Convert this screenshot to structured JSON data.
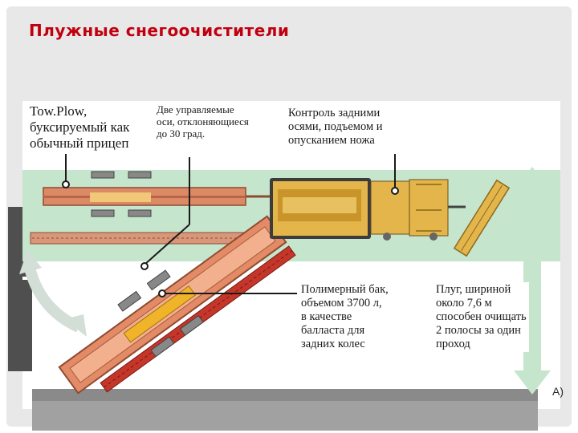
{
  "slide": {
    "title": "Плужные снегоочистители"
  },
  "diagram": {
    "labels": {
      "towplow": "Tow.Plow,\nбуксируемый как\nобычный прицеп",
      "axles": "Две управляемые\nоси, отклоняющиеся\nдо 30 град.",
      "control": "Контроль задними\nосями, подъемом и\nопусканием ножа",
      "tank": "Полимерный бак,\nобъемом 3700 л,\nв качестве\nбалласта для\nзадних колес",
      "plow": "Плуг, шириной\nоколо 7,6 м\nспособен очищать\n2 полосы за один\nпроход"
    },
    "edge_text": "А)"
  },
  "colors": {
    "title": "#c0000f",
    "frame": "#d47a57",
    "frame_dark": "#b85a3a",
    "tank": "#e4a52a",
    "truck_body": "#e3b54a",
    "plow_blade": "#c0362c",
    "pavement": "#c4e4cc",
    "arrow": "#b8e0c4"
  }
}
